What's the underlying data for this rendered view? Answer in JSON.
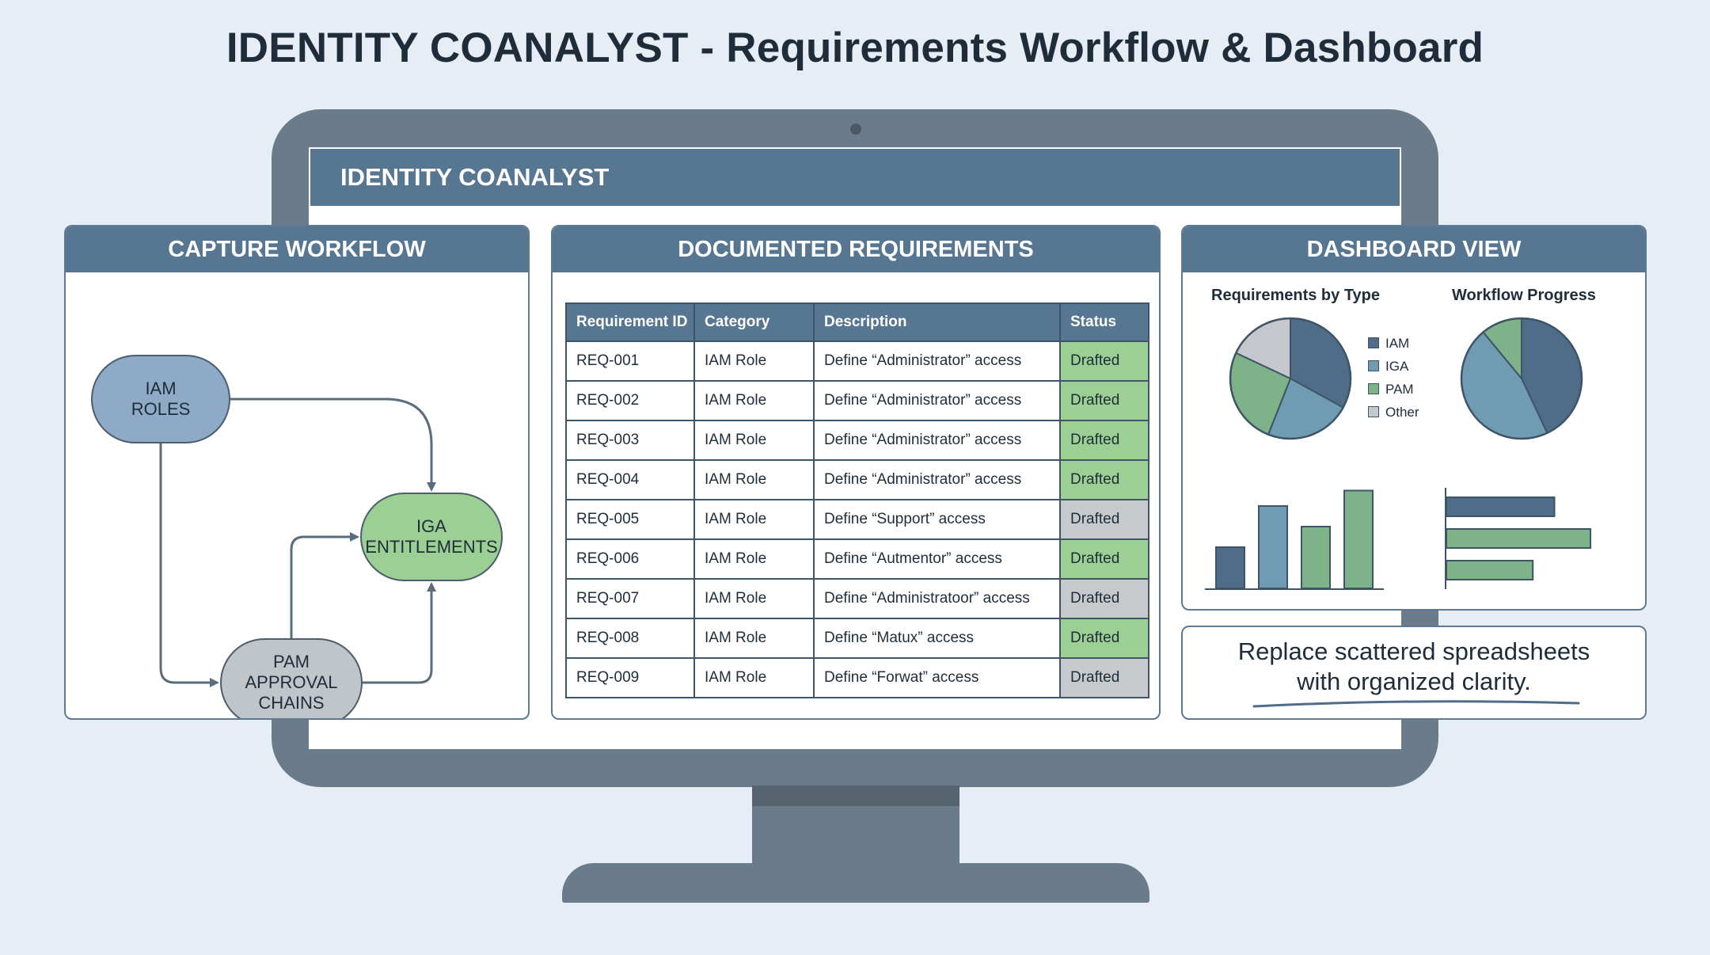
{
  "title": "IDENTITY COANALYST - Requirements Workflow & Dashboard",
  "app": {
    "name": "IDENTITY COANALYST"
  },
  "capture_workflow": {
    "header": "CAPTURE WORKFLOW",
    "nodes": {
      "iam": [
        "IAM",
        "ROLES"
      ],
      "iga": [
        "IGA",
        "ENTITLEMENTS"
      ],
      "pam": [
        "PAM",
        "APPROVAL",
        "CHAINS"
      ]
    }
  },
  "requirements": {
    "header": "DOCUMENTED REQUIREMENTS",
    "columns": [
      "Requirement ID",
      "Category",
      "Description",
      "Status"
    ],
    "rows": [
      {
        "id": "REQ-001",
        "category": "IAM Role",
        "description": "Define “Administrator” access",
        "status": "Drafted",
        "status_color": "green"
      },
      {
        "id": "REQ-002",
        "category": "IAM Role",
        "description": "Define “Administrator” access",
        "status": "Drafted",
        "status_color": "green"
      },
      {
        "id": "REQ-003",
        "category": "IAM Role",
        "description": "Define “Administrator” access",
        "status": "Drafted",
        "status_color": "green"
      },
      {
        "id": "REQ-004",
        "category": "IAM Role",
        "description": "Define “Administrator” access",
        "status": "Drafted",
        "status_color": "green"
      },
      {
        "id": "REQ-005",
        "category": "IAM Role",
        "description": "Define “Support” access",
        "status": "Drafted",
        "status_color": "grey"
      },
      {
        "id": "REQ-006",
        "category": "IAM Role",
        "description": "Define “Autmentor” access",
        "status": "Drafted",
        "status_color": "green"
      },
      {
        "id": "REQ-007",
        "category": "IAM Role",
        "description": "Define “Administratoor” access",
        "status": "Drafted",
        "status_color": "grey"
      },
      {
        "id": "REQ-008",
        "category": "IAM Role",
        "description": "Define “Matux” access",
        "status": "Drafted",
        "status_color": "green"
      },
      {
        "id": "REQ-009",
        "category": "IAM Role",
        "description": "Define “Forwat” access",
        "status": "Drafted",
        "status_color": "grey"
      }
    ]
  },
  "dashboard": {
    "header": "DASHBOARD VIEW",
    "colors": {
      "IAM": "#4f6c88",
      "IGA": "#6f9bb3",
      "PAM": "#7eb38a",
      "Other": "#c4c8cc",
      "stroke": "#3f5467"
    },
    "requirements_by_type": {
      "title": "Requirements by Type",
      "legend": [
        "IAM",
        "IGA",
        "PAM",
        "Other"
      ],
      "slices": [
        {
          "label": "IAM",
          "value": 33
        },
        {
          "label": "IGA",
          "value": 23
        },
        {
          "label": "PAM",
          "value": 26
        },
        {
          "label": "Other",
          "value": 18
        }
      ]
    },
    "workflow_progress": {
      "title": "Workflow Progress",
      "slices": [
        {
          "label": "IAM",
          "value": 43
        },
        {
          "label": "IGA",
          "value": 46
        },
        {
          "label": "PAM",
          "value": 11
        }
      ]
    },
    "bar_chart": {
      "type": "bar",
      "values": [
        40,
        80,
        60,
        95
      ],
      "colors": [
        "IAM",
        "IGA",
        "PAM",
        "PAM"
      ],
      "ylim": [
        0,
        100
      ]
    },
    "hbar_chart": {
      "type": "bar",
      "values": [
        75,
        100,
        60
      ],
      "colors": [
        "IAM",
        "PAM",
        "PAM"
      ],
      "xlim": [
        0,
        100
      ]
    }
  },
  "caption": {
    "line1": "Replace scattered spreadsheets",
    "line2": "with organized clarity."
  }
}
